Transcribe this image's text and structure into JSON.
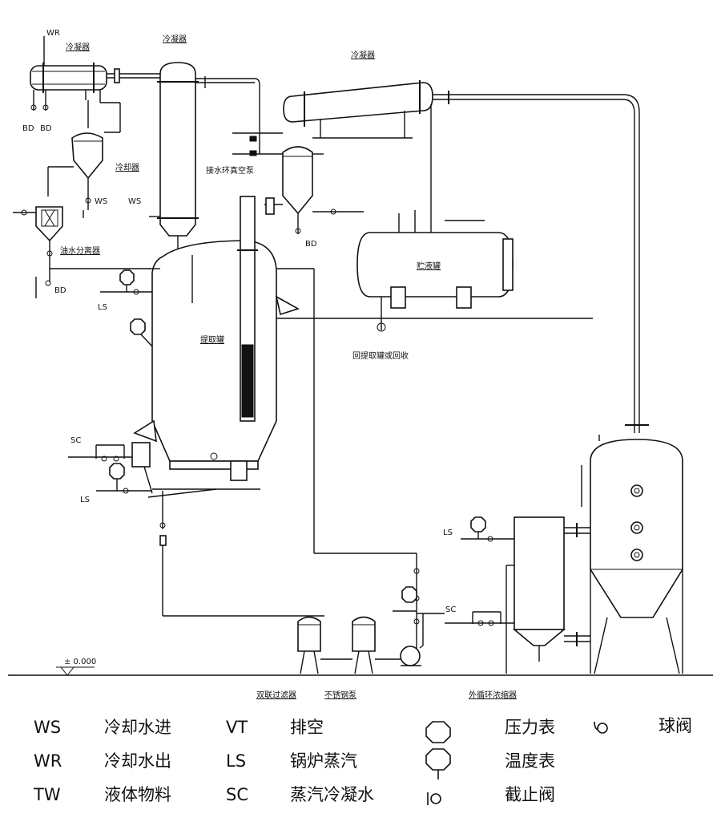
{
  "labels": {
    "wr_top": "WR",
    "condenser_left": "冷凝器",
    "condenser_mid": "冷凝器",
    "condenser_right": "冷凝器",
    "bd_1": "BD",
    "bd_2": "BD",
    "cooler": "冷却器",
    "ws_1": "WS",
    "ws_2": "WS",
    "vacuum_pump": "接水环真空泵",
    "bd_3": "BD",
    "oil_water_separator": "油水分离器",
    "bd_4": "BD",
    "ls_1": "LS",
    "receiver_tank": "贮液罐",
    "extraction_tank": "提取罐",
    "return": "回提取罐或回收",
    "sc_1": "SC",
    "ls_2": "LS",
    "ls_3": "LS",
    "sc_2": "SC",
    "ground_level": "± 0.000",
    "duplex_filter": "双联过滤器",
    "ss_pump": "不锈钢泵",
    "ext_concentrator": "外循环浓缩器"
  },
  "legend": {
    "col1": [
      {
        "code": "WS",
        "desc": "冷却水进"
      },
      {
        "code": "WR",
        "desc": "冷却水出"
      },
      {
        "code": "TW",
        "desc": "液体物料"
      }
    ],
    "col2": [
      {
        "code": "VT",
        "desc": "排空"
      },
      {
        "code": "LS",
        "desc": "锅炉蒸汽"
      },
      {
        "code": "SC",
        "desc": "蒸汽冷凝水"
      }
    ],
    "symbols": [
      {
        "icon": "octagon-icon",
        "desc": "压力表"
      },
      {
        "icon": "octagon-stem-icon",
        "desc": "温度表"
      },
      {
        "icon": "stop-valve-icon",
        "desc": "截止阀"
      }
    ],
    "ball_valve": {
      "icon": "ball-valve-icon",
      "desc": "球阀"
    }
  }
}
